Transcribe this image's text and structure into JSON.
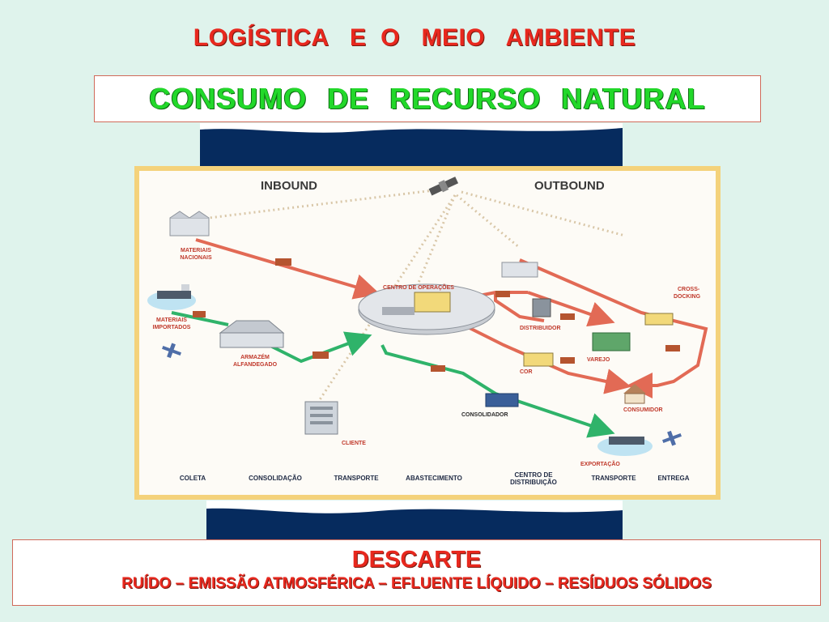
{
  "slide": {
    "title": "LOGÍSTICA   E  O   MEIO   AMBIENTE",
    "subtitle": "CONSUMO DE RECURSO NATURAL",
    "footer_title": "DESCARTE",
    "footer_text": "RUÍDO – EMISSÃO ATMOSFÉRICA – EFLUENTE LÍQUIDO – RESÍDUOS SÓLIDOS"
  },
  "diagram": {
    "header_left": "INBOUND",
    "header_right": "OUTBOUND",
    "nodes": {
      "materiais_nacionais": [
        "MATERIAIS",
        "NACIONAIS"
      ],
      "materiais_importados": [
        "MATERIAIS",
        "IMPORTADOS"
      ],
      "armazem": [
        "ARMAZÉM",
        "ALFANDEGADO"
      ],
      "centro_operacoes": "CENTRO DE OPERAÇÕES",
      "cliente": "CLIENTE",
      "distribuidor": "DISTRIBUIDOR",
      "cross_docking": [
        "CROSS-",
        "DOCKING"
      ],
      "varejo": "VAREJO",
      "cor": "COR",
      "consumidor": "CONSUMIDOR",
      "consolidador": "CONSOLIDADOR",
      "exportacao": "EXPORTAÇÃO"
    },
    "stages": [
      [
        "COLETA"
      ],
      [
        "CONSOLIDAÇÃO"
      ],
      [
        "TRANSPORTE"
      ],
      [
        "ABASTECIMENTO"
      ],
      [
        "CENTRO DE",
        "DISTRIBUIÇÃO"
      ],
      [
        "TRANSPORTE"
      ],
      [
        "ENTREGA"
      ]
    ]
  },
  "colors": {
    "title_red": "#e8281e",
    "subtitle_green": "#22d82a",
    "band_navy": "#062b5e",
    "flow_red": "#e26a55",
    "flow_green": "#2fb36a",
    "frame_gold": "#f4d27b"
  }
}
